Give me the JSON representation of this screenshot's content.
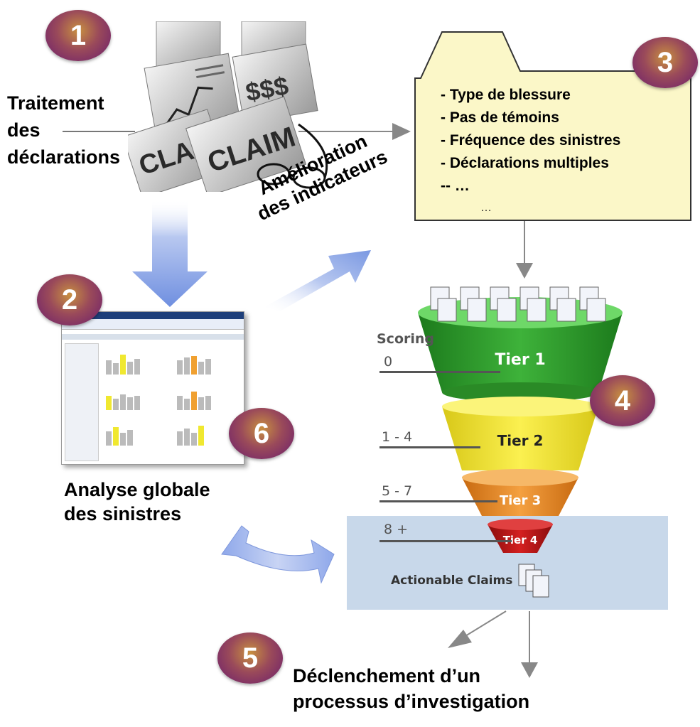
{
  "badges": [
    "1",
    "2",
    "3",
    "4",
    "5",
    "6"
  ],
  "traitement": {
    "line1": "Traitement",
    "line2": "des",
    "line3": "déclarations"
  },
  "claim_doc": {
    "word": "CLAIM",
    "money": "$$$"
  },
  "folder": {
    "items": [
      "- Type de blessure",
      "- Pas de témoins",
      "- Fréquence des sinistres",
      "- Déclarations multiples",
      "-- …"
    ],
    "ellipsis": "…"
  },
  "amelioration": {
    "line1": "Amélioration",
    "line2": "des indicateurs"
  },
  "analyse": {
    "line1": "Analyse globale",
    "line2": "des sinistres"
  },
  "funnel": {
    "scoring_label": "Scoring",
    "scores": [
      "0",
      "1 - 4",
      "5 - 7",
      "8 +"
    ],
    "tiers": [
      "Tier 1",
      "Tier 2",
      "Tier 3",
      "Tier 4"
    ],
    "actionable": "Actionable Claims",
    "colors": {
      "tier1": "#2f9a2a",
      "tier2": "#f0e030",
      "tier3": "#e88a1a",
      "tier4": "#c01818",
      "band": "#c8d8ea"
    }
  },
  "declenchement": {
    "line1": "Déclenchement d’un",
    "line2": "processus d’investigation"
  }
}
